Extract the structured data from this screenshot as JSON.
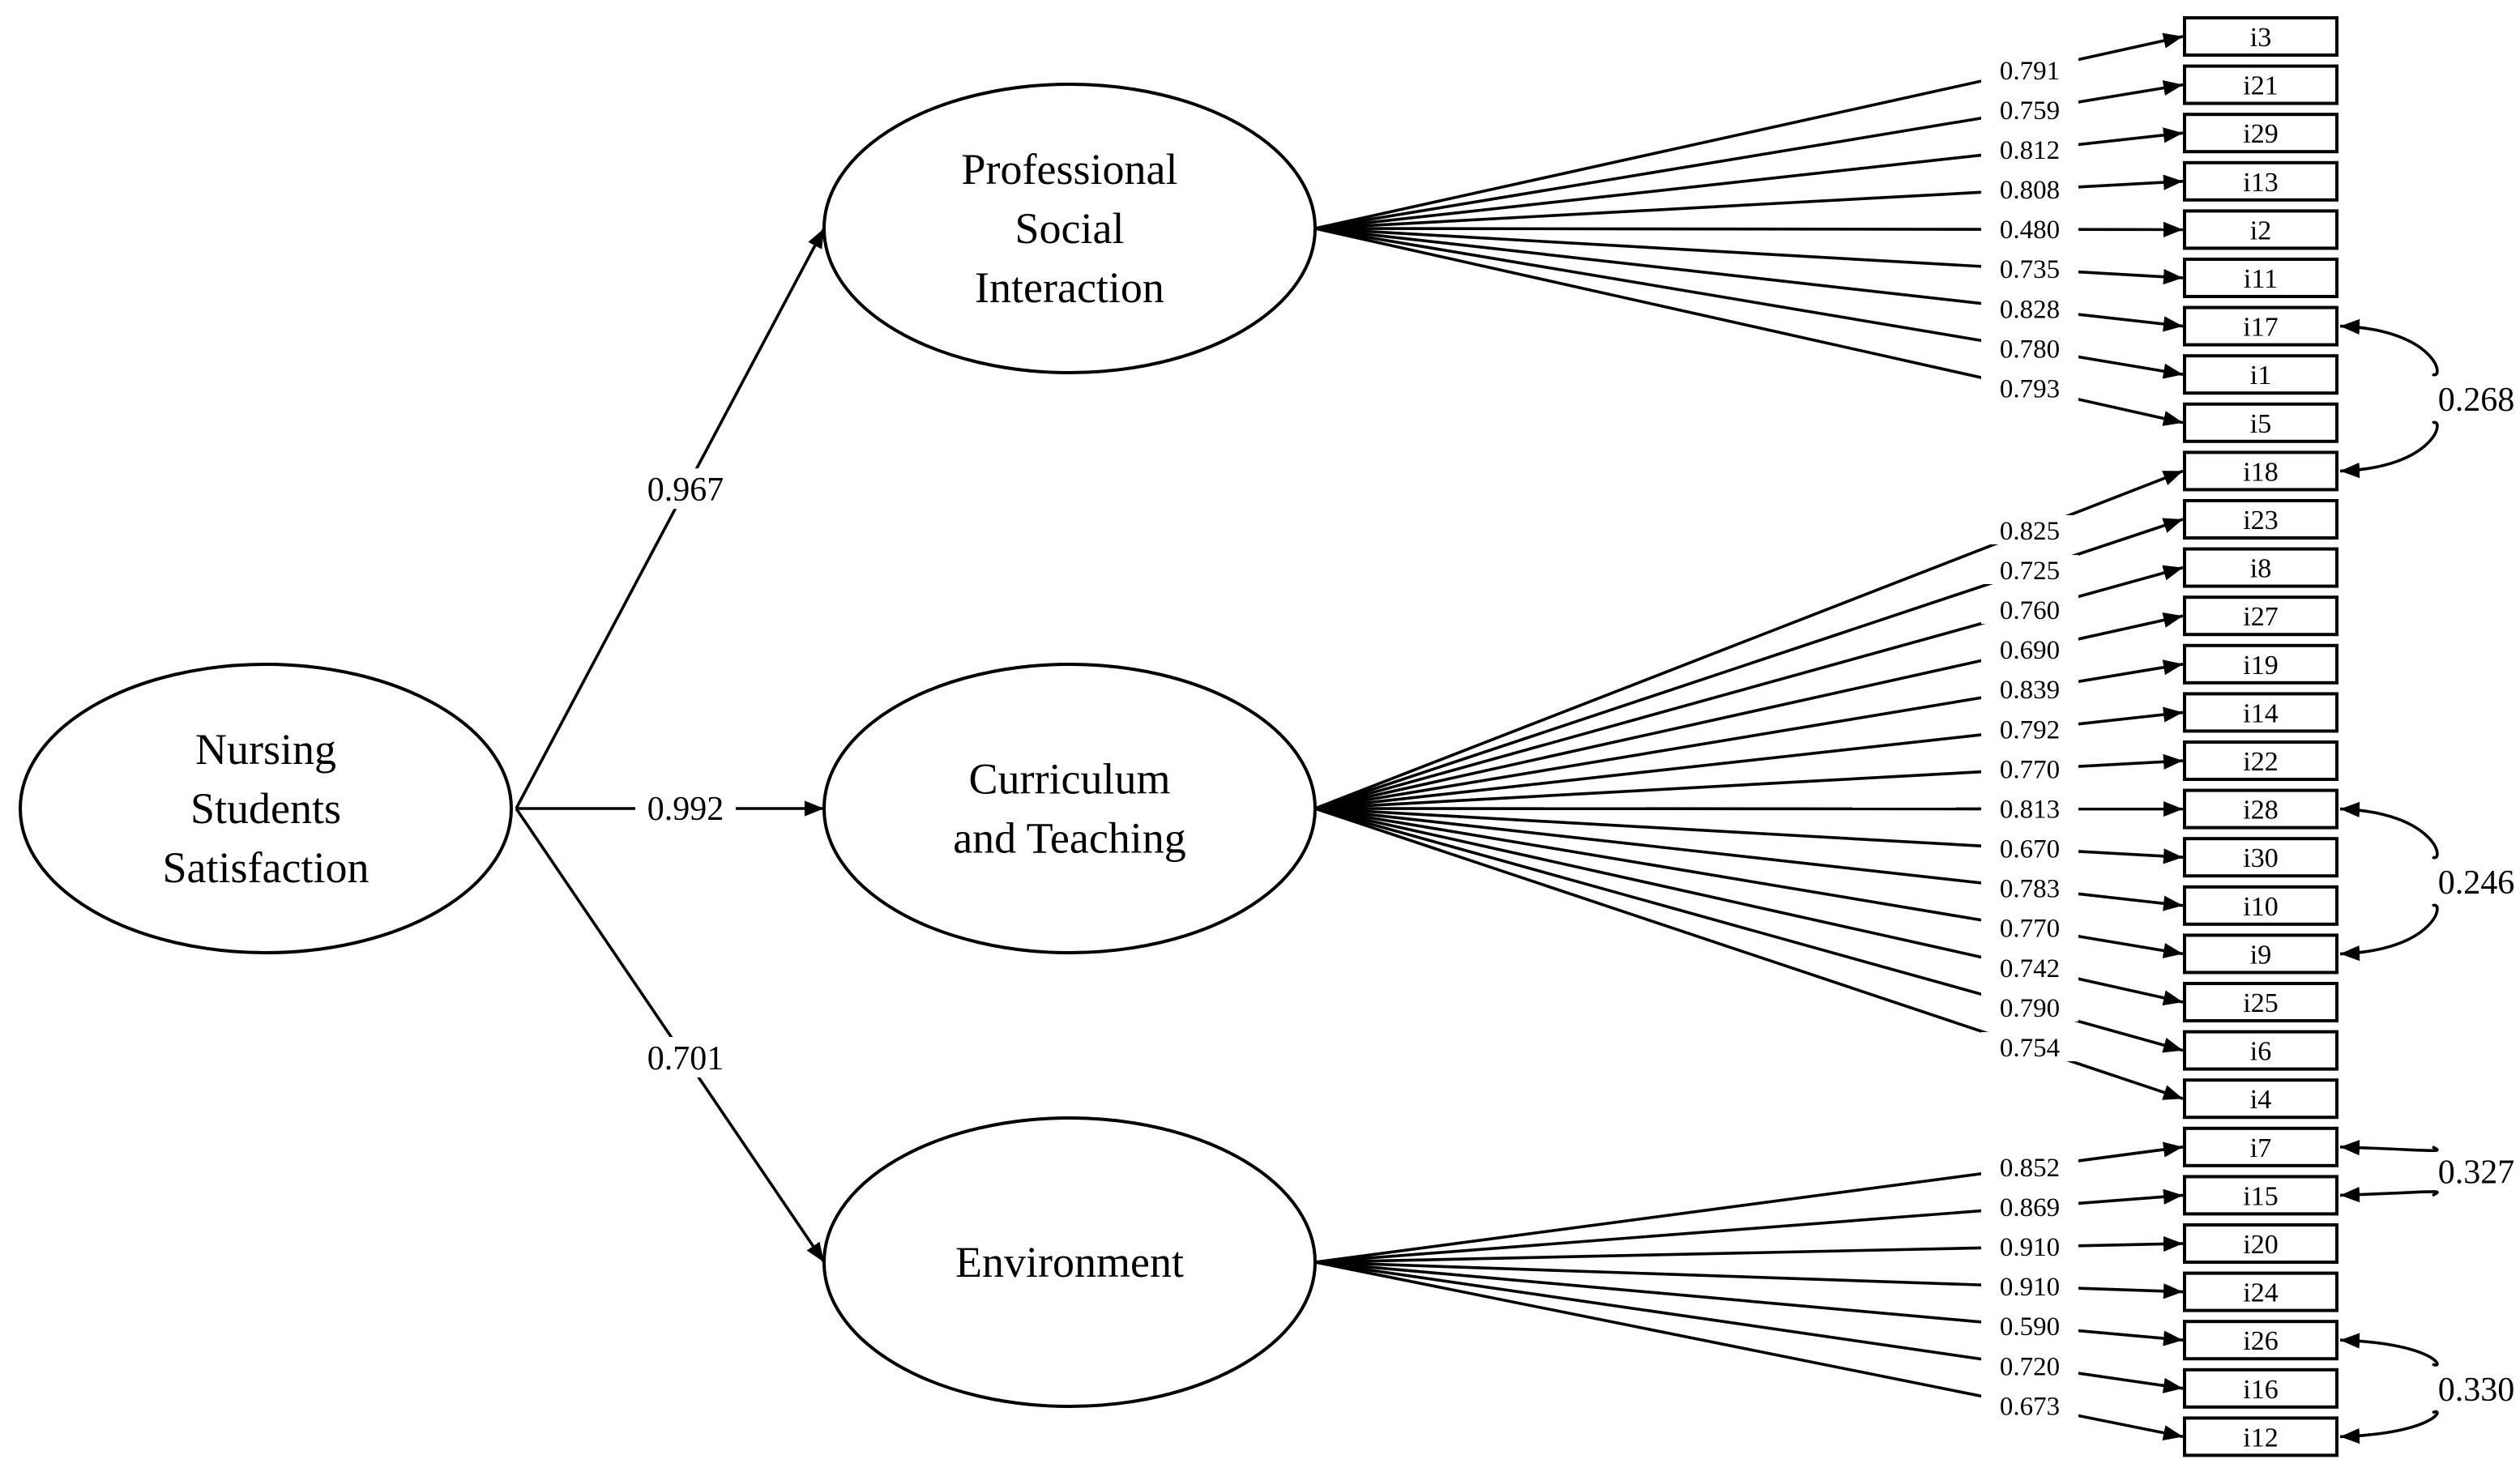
{
  "latents": {
    "nss": {
      "lines": [
        "Nursing",
        "Students",
        "Satisfaction"
      ]
    },
    "psi": {
      "lines": [
        "Professional",
        "Social",
        "Interaction"
      ]
    },
    "ct": {
      "lines": [
        "Curriculum",
        "and Teaching"
      ]
    },
    "env": {
      "lines": [
        "Environment"
      ]
    }
  },
  "structural_paths": [
    {
      "from": "nss",
      "to": "psi",
      "value": "0.967"
    },
    {
      "from": "nss",
      "to": "ct",
      "value": "0.992"
    },
    {
      "from": "nss",
      "to": "env",
      "value": "0.701"
    }
  ],
  "indicators": [
    {
      "id": "i3",
      "factor": "psi",
      "loading": "0.791"
    },
    {
      "id": "i21",
      "factor": "psi",
      "loading": "0.759"
    },
    {
      "id": "i29",
      "factor": "psi",
      "loading": "0.812"
    },
    {
      "id": "i13",
      "factor": "psi",
      "loading": "0.808"
    },
    {
      "id": "i2",
      "factor": "psi",
      "loading": "0.480"
    },
    {
      "id": "i11",
      "factor": "psi",
      "loading": "0.735"
    },
    {
      "id": "i17",
      "factor": "psi",
      "loading": "0.828"
    },
    {
      "id": "i1",
      "factor": "psi",
      "loading": "0.780"
    },
    {
      "id": "i5",
      "factor": "psi",
      "loading": "0.793"
    },
    {
      "id": "i18",
      "factor": "ct",
      "loading": "0.825"
    },
    {
      "id": "i23",
      "factor": "ct",
      "loading": "0.725"
    },
    {
      "id": "i8",
      "factor": "ct",
      "loading": "0.760"
    },
    {
      "id": "i27",
      "factor": "ct",
      "loading": "0.690"
    },
    {
      "id": "i19",
      "factor": "ct",
      "loading": "0.839"
    },
    {
      "id": "i14",
      "factor": "ct",
      "loading": "0.792"
    },
    {
      "id": "i22",
      "factor": "ct",
      "loading": "0.770"
    },
    {
      "id": "i28",
      "factor": "ct",
      "loading": "0.813"
    },
    {
      "id": "i30",
      "factor": "ct",
      "loading": "0.670"
    },
    {
      "id": "i10",
      "factor": "ct",
      "loading": "0.783"
    },
    {
      "id": "i9",
      "factor": "ct",
      "loading": "0.770"
    },
    {
      "id": "i25",
      "factor": "ct",
      "loading": "0.742"
    },
    {
      "id": "i6",
      "factor": "ct",
      "loading": "0.790"
    },
    {
      "id": "i4",
      "factor": "ct",
      "loading": "0.754"
    },
    {
      "id": "i7",
      "factor": "env",
      "loading": "0.852"
    },
    {
      "id": "i15",
      "factor": "env",
      "loading": "0.869"
    },
    {
      "id": "i20",
      "factor": "env",
      "loading": "0.910"
    },
    {
      "id": "i24",
      "factor": "env",
      "loading": "0.910"
    },
    {
      "id": "i26",
      "factor": "env",
      "loading": "0.590"
    },
    {
      "id": "i16",
      "factor": "env",
      "loading": "0.720"
    },
    {
      "id": "i12",
      "factor": "env",
      "loading": "0.673"
    }
  ],
  "covariances": [
    {
      "a": "i17",
      "b": "i18",
      "value": "0.268"
    },
    {
      "a": "i28",
      "b": "i9",
      "value": "0.246"
    },
    {
      "a": "i7",
      "b": "i15",
      "value": "0.327"
    },
    {
      "a": "i26",
      "b": "i12",
      "value": "0.330"
    }
  ]
}
